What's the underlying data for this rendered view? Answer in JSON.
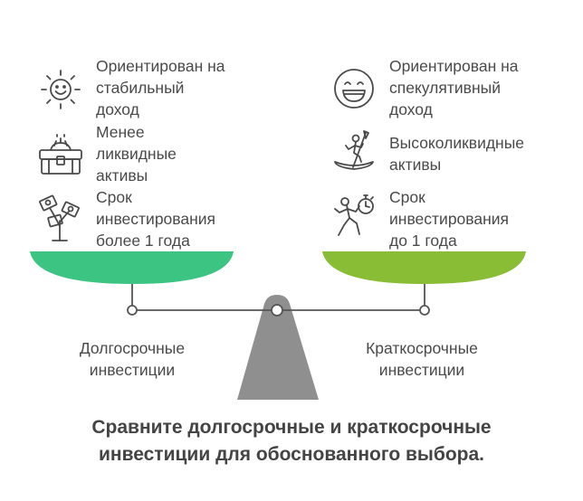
{
  "left": {
    "items": [
      {
        "icon": "sun-face-icon",
        "text": "Ориентирован на\nстабильный\nдоход"
      },
      {
        "icon": "treasure-chest-icon",
        "text": "Менее\nликвидные\nактивы"
      },
      {
        "icon": "money-plant-icon",
        "text": "Срок\nинвестирования\nболее 1 года"
      }
    ],
    "caption": "Долгосрочные\nинвестиции",
    "color": "#3cc483"
  },
  "right": {
    "items": [
      {
        "icon": "grinning-face-icon",
        "text": "Ориентирован на\nспекулятивный\nдоход"
      },
      {
        "icon": "canoe-paddler-icon",
        "text": "Высоколиквидные\nактивы"
      },
      {
        "icon": "runner-stopwatch-icon",
        "text": "Срок\nинвестирования\nдо 1 года"
      }
    ],
    "caption": "Краткосрочные\nинвестиции",
    "color": "#8abd36"
  },
  "scale": {
    "beam_color": "#555555",
    "base_color": "#8f8f8f"
  },
  "title": "Сравните долгосрочные и краткосрочные\nинвестиции для обоснованного выбора."
}
